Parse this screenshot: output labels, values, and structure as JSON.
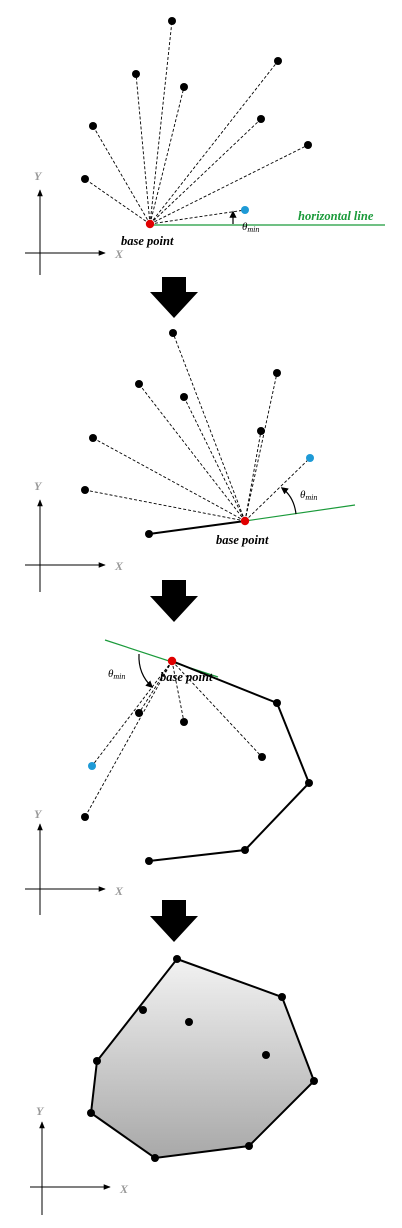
{
  "labels": {
    "base_point": "base point",
    "horizontal_line": "horizontal line",
    "theta": "θ",
    "theta_sub": "min",
    "axis_x": "X",
    "axis_y": "Y"
  },
  "colors": {
    "base_point": "#e00000",
    "min_angle_point": "#1e9ad6",
    "reference_line": "#1a9a3a",
    "point": "#000000",
    "hull_fill_top": "#f2f2f2",
    "hull_fill_bottom": "#a8a8a8",
    "axis_label": "#9a9a9a"
  },
  "icons": {
    "step_arrow": "down-arrow-icon"
  }
}
